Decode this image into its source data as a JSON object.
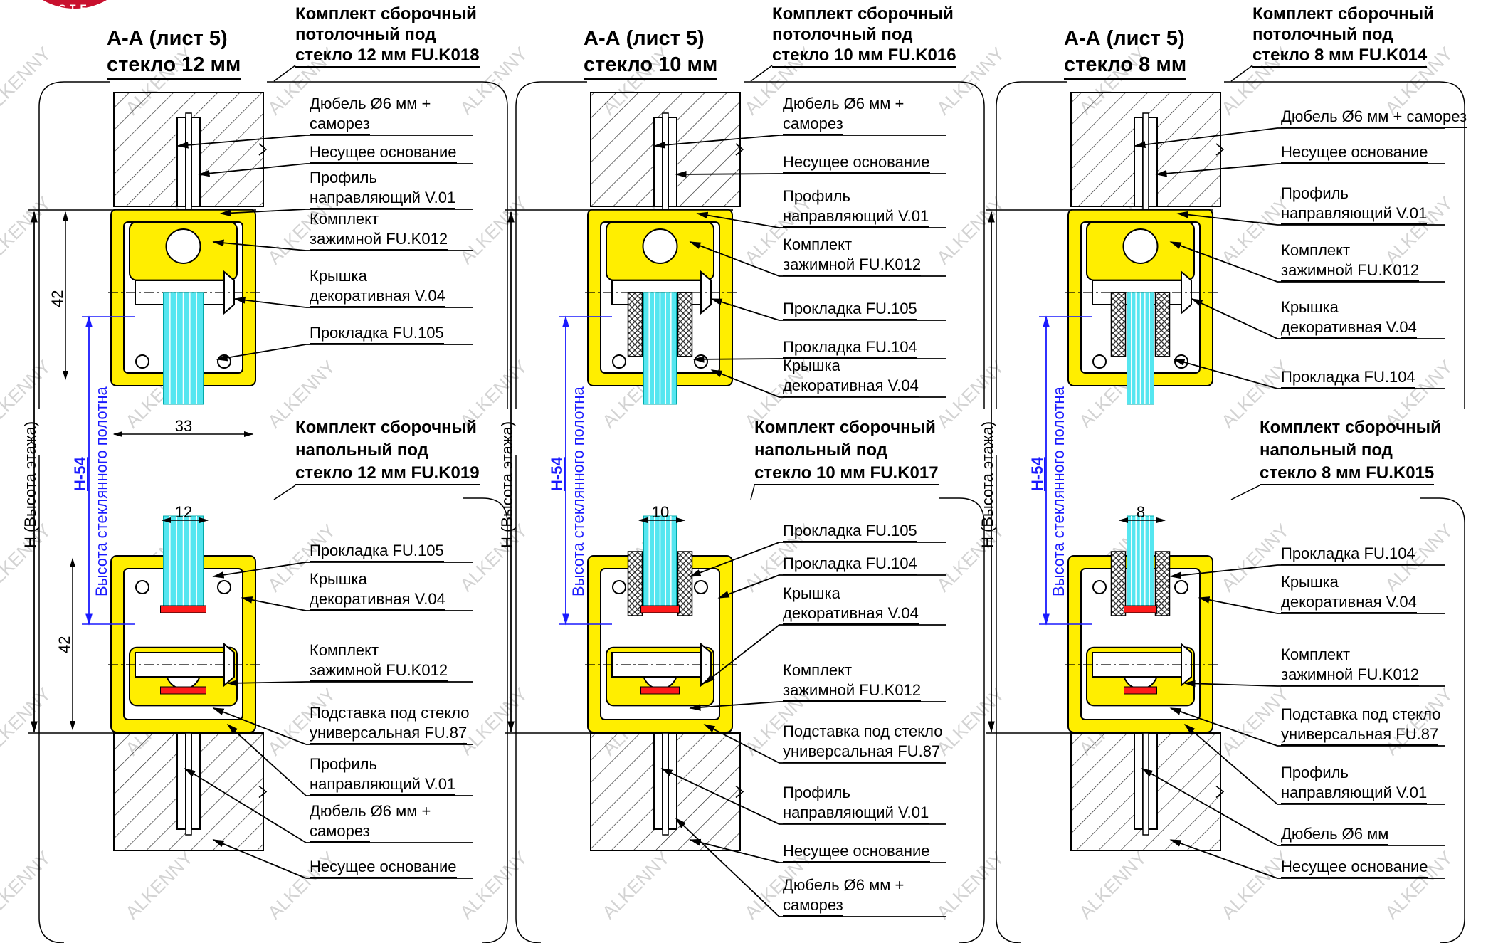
{
  "panels": [
    {
      "id": "p12",
      "section_line1": "А-А (лист 5)",
      "section_line2": "стекло 12 мм",
      "top_kit": [
        "Комплект сборочный",
        "потолочный под",
        "стекло 12 мм FU.K018"
      ],
      "bottom_kit": [
        "Комплект сборочный",
        "напольный под",
        "стекло 12 мм FU.K019"
      ],
      "top_labels": [
        [
          "Дюбель Ø6 мм +",
          "саморез"
        ],
        [
          "Несущее основание"
        ],
        [
          "Профиль",
          "направляющий V.01"
        ],
        [
          "Комплект",
          "зажимной FU.K012"
        ],
        [
          "Крышка",
          "декоративная V.04"
        ],
        [
          "Прокладка FU.105"
        ]
      ],
      "bottom_labels": [
        [
          "Прокладка FU.105"
        ],
        [
          "Крышка",
          "декоративная V.04"
        ],
        [
          "Комплект",
          "зажимной FU.K012"
        ],
        [
          "Подставка под стекло",
          "универсальная FU.87"
        ],
        [
          "Профиль",
          "направляющий V.01"
        ],
        [
          "Дюбель Ø6 мм +",
          "саморез"
        ],
        [
          "Несущее основание"
        ]
      ],
      "dim_top_height": "42",
      "dim_width": "33",
      "dim_glass": "12",
      "dim_bottom_height": "42",
      "floor_height_label": "H (Высота этажа)",
      "glass_height_label": "Высота стеклянного полотна",
      "glass_height_formula": "H-54"
    },
    {
      "id": "p10",
      "section_line1": "А-А (лист 5)",
      "section_line2": "стекло 10 мм",
      "top_kit": [
        "Комплект сборочный",
        "потолочный под",
        "стекло 10 мм FU.K016"
      ],
      "bottom_kit": [
        "Комплект сборочный",
        "напольный под",
        "стекло 10 мм FU.K017"
      ],
      "top_labels": [
        [
          "Дюбель Ø6 мм +",
          "саморез"
        ],
        [
          "Несущее основание"
        ],
        [
          "Профиль",
          "направляющий V.01"
        ],
        [
          "Комплект",
          "зажимной FU.K012"
        ],
        [
          "Прокладка FU.105"
        ],
        [
          "Прокладка FU.104"
        ],
        [
          "Крышка",
          "декоративная V.04"
        ]
      ],
      "bottom_labels": [
        [
          "Прокладка FU.105"
        ],
        [
          "Прокладка FU.104"
        ],
        [
          "Крышка",
          "декоративная V.04"
        ],
        [
          "Комплект",
          "зажимной FU.K012"
        ],
        [
          "Подставка под стекло",
          "универсальная FU.87"
        ],
        [
          "Профиль",
          "направляющий V.01"
        ],
        [
          "Несущее основание"
        ],
        [
          "Дюбель Ø6 мм +",
          " саморез"
        ]
      ],
      "dim_glass": "10",
      "floor_height_label": "H (Высота этажа)",
      "glass_height_label": "Высота стеклянного полотна",
      "glass_height_formula": "H-54"
    },
    {
      "id": "p8",
      "section_line1": "А-А (лист 5)",
      "section_line2": "стекло 8 мм",
      "top_kit": [
        "Комплект сборочный",
        "потолочный под",
        "стекло 8 мм FU.K014"
      ],
      "bottom_kit": [
        "Комплект сборочный",
        "напольный под",
        "стекло 8 мм FU.K015"
      ],
      "top_labels": [
        [
          "Дюбель Ø6 мм + саморез"
        ],
        [
          "Несущее основание"
        ],
        [
          "Профиль",
          "направляющий V.01"
        ],
        [
          "Комплект",
          "зажимной FU.K012"
        ],
        [
          "Крышка",
          "декоративная V.04"
        ],
        [
          "Прокладка FU.104"
        ]
      ],
      "bottom_labels": [
        [
          "Прокладка FU.104"
        ],
        [
          "Крышка",
          "декоративная V.04"
        ],
        [
          "Комплект",
          "зажимной FU.K012"
        ],
        [
          "Подставка под стекло",
          "универсальная FU.87"
        ],
        [
          "Профиль",
          "направляющий V.01"
        ],
        [
          "Дюбель Ø6 мм"
        ],
        [
          "Несущее основание"
        ]
      ],
      "dim_glass": "8",
      "floor_height_label": "H (Высота этажа)",
      "glass_height_label": "Высота стеклянного полотна",
      "glass_height_formula": "H-54"
    }
  ],
  "watermark": "ALKENNY",
  "logo_text": "СТЕ",
  "colors": {
    "profile": "#ffee00",
    "glass": "#55e6f0",
    "gasket_red": "#ff1a1a",
    "dimension_blue": "#1a1aff",
    "watermark": "#d3d3d3"
  }
}
